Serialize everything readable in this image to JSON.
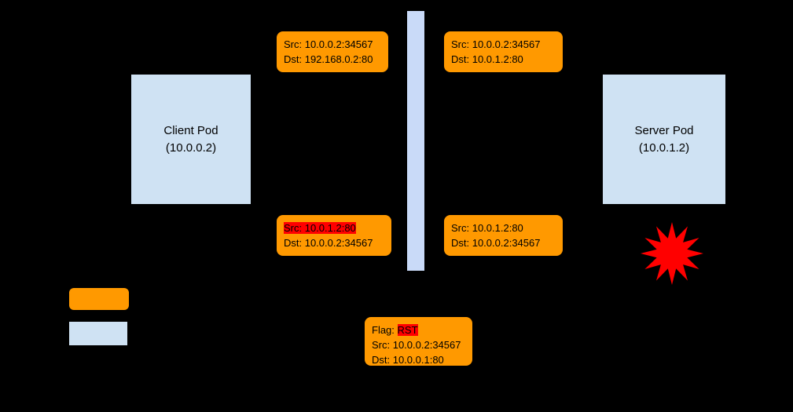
{
  "diagram": {
    "client_pod": {
      "name": "Client Pod",
      "ip": "(10.0.0.2)"
    },
    "server_pod": {
      "name": "Server Pod",
      "ip": "(10.0.1.2)"
    },
    "packets": {
      "client_egress": {
        "src": "Src: 10.0.0.2:34567",
        "dst": "Dst: 192.168.0.2:80"
      },
      "post_nat": {
        "src": "Src: 10.0.0.2:34567",
        "dst": "Dst: 10.0.1.2:80"
      },
      "return_left": {
        "src": "Src: 10.0.1.2:80",
        "dst": "Dst: 10.0.0.2:34567",
        "src_highlighted": true
      },
      "return_right": {
        "src": "Src: 10.0.1.2:80",
        "dst": "Dst: 10.0.0.2:34567"
      },
      "rst": {
        "flag_label": "Flag: ",
        "flag_value": "RST",
        "src": "Src: 10.0.0.2:34567",
        "dst": "Dst: 10.0.0.1:80"
      }
    },
    "icons": {
      "error_burst": "red-starburst"
    },
    "colors": {
      "background": "#000000",
      "packet_fill": "#ff9900",
      "pod_fill": "#cfe2f3",
      "node_bar_fill": "#c9daf8",
      "highlight": "#ff0000",
      "burst": "#ff0000",
      "text": "#000000"
    }
  }
}
